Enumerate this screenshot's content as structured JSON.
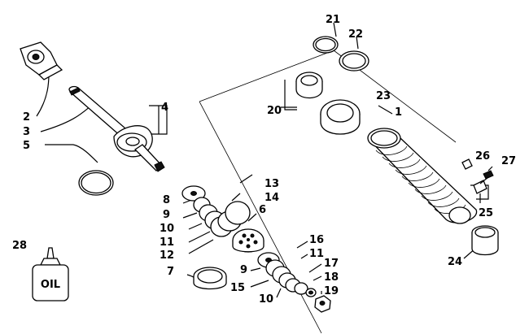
{
  "callouts": {
    "c1": "1",
    "c2": "2",
    "c3": "3",
    "c4": "4",
    "c5": "5",
    "c6": "6",
    "c7": "7",
    "c8": "8",
    "c9a": "9",
    "c9b": "9",
    "c10a": "10",
    "c10b": "10",
    "c11a": "11",
    "c11b": "11",
    "c12": "12",
    "c13": "13",
    "c14": "14",
    "c15": "15",
    "c16": "16",
    "c17": "17",
    "c18": "18",
    "c19": "19",
    "c20": "20",
    "c21": "21",
    "c22": "22",
    "c23": "23",
    "c24": "24",
    "c25": "25",
    "c26": "26",
    "c27": "27",
    "c28": "28"
  },
  "bottle_label": "OIL"
}
